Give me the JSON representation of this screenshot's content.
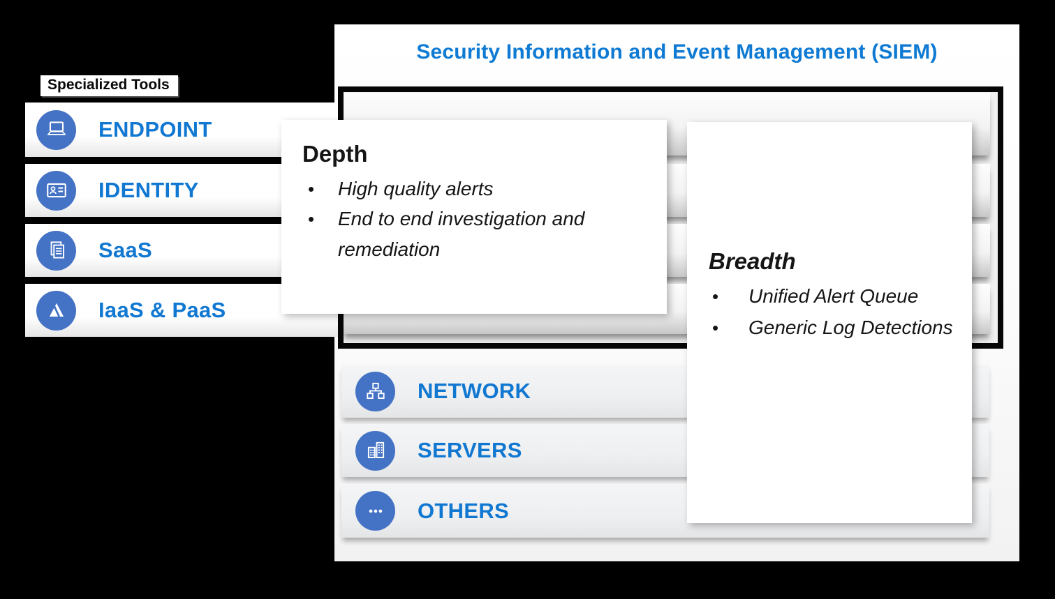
{
  "title": "Security Information and Event Management (SIEM)",
  "specialized_tools_label": "Specialized Tools",
  "left_tools": [
    {
      "label": "ENDPOINT",
      "icon": "laptop-icon"
    },
    {
      "label": "IDENTITY",
      "icon": "id-card-icon"
    },
    {
      "label": "SaaS",
      "icon": "documents-icon"
    },
    {
      "label": "IaaS & PaaS",
      "icon": "azure-icon"
    }
  ],
  "bottom_tools": [
    {
      "label": "NETWORK",
      "icon": "network-icon"
    },
    {
      "label": "SERVERS",
      "icon": "buildings-icon"
    },
    {
      "label": "OTHERS",
      "icon": "ellipsis-icon"
    }
  ],
  "depth_card": {
    "heading": "Depth",
    "bullet_char": "•",
    "bullets": [
      "High quality alerts",
      "End to end investigation and remediation"
    ]
  },
  "breadth_card": {
    "heading": "Breadth",
    "bullet_char": "•",
    "bullets": [
      "Unified Alert Queue",
      "Generic Log Detections"
    ]
  },
  "colors": {
    "background": "#000000",
    "accent_blue_text": "#1178d2",
    "icon_circle_blue": "#4472c4",
    "panel_white": "#fbfbfb",
    "box_border_black": "#060606"
  }
}
